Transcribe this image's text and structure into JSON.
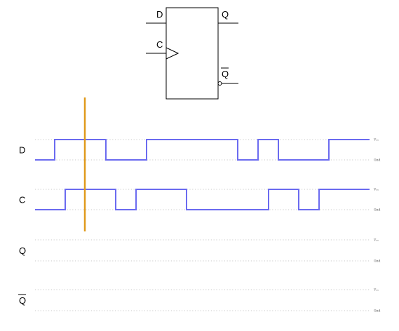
{
  "flipflop": {
    "pins": {
      "d": "D",
      "c": "C",
      "q": "Q",
      "qbar": "Q"
    }
  },
  "signals": [
    {
      "name": "D",
      "overbar": false,
      "transitions": [
        0,
        1,
        0,
        1,
        0,
        1,
        0,
        1
      ],
      "initial": "low",
      "edges": [
        78,
        151,
        209,
        339,
        368,
        397,
        469
      ]
    },
    {
      "name": "C",
      "overbar": false,
      "initial": "low",
      "edges": [
        93,
        165,
        194,
        266,
        383,
        426,
        455
      ]
    },
    {
      "name": "Q",
      "overbar": false,
      "initial": "none",
      "edges": []
    },
    {
      "name": "Q",
      "overbar": true,
      "initial": "none",
      "edges": []
    }
  ],
  "rails": {
    "high": "Vₓₓ",
    "low": "Gnd"
  },
  "colors": {
    "wave": "#6b6bf0",
    "cursor": "#e09a1c",
    "grid": "#c8c8c8"
  }
}
